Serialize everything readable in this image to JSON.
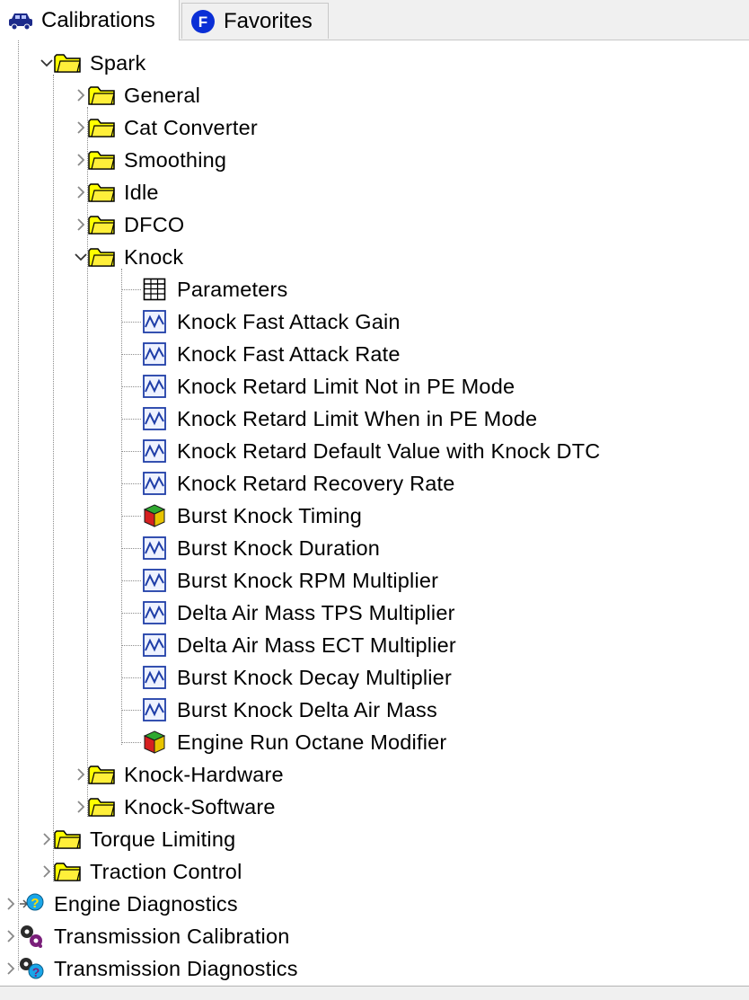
{
  "tabs": {
    "calibrations": "Calibrations",
    "favorites": "Favorites",
    "favorites_badge": "F"
  },
  "tree": {
    "spark": "Spark",
    "spark_children": [
      "General",
      "Cat Converter",
      "Smoothing",
      "Idle",
      "DFCO"
    ],
    "knock": "Knock",
    "knock_items": [
      {
        "label": "Parameters",
        "icon": "table-icon"
      },
      {
        "label": "Knock Fast Attack Gain",
        "icon": "graph-icon"
      },
      {
        "label": "Knock Fast Attack Rate",
        "icon": "graph-icon"
      },
      {
        "label": "Knock Retard Limit Not in PE Mode",
        "icon": "graph-icon"
      },
      {
        "label": "Knock Retard Limit When in PE Mode",
        "icon": "graph-icon"
      },
      {
        "label": "Knock Retard Default Value with Knock DTC",
        "icon": "graph-icon"
      },
      {
        "label": "Knock Retard Recovery Rate",
        "icon": "graph-icon"
      },
      {
        "label": "Burst Knock Timing",
        "icon": "cube-icon"
      },
      {
        "label": "Burst Knock Duration",
        "icon": "graph-icon"
      },
      {
        "label": "Burst Knock RPM Multiplier",
        "icon": "graph-icon"
      },
      {
        "label": "Delta Air Mass TPS Multiplier",
        "icon": "graph-icon"
      },
      {
        "label": "Delta Air Mass ECT Multiplier",
        "icon": "graph-icon"
      },
      {
        "label": "Burst Knock Decay Multiplier",
        "icon": "graph-icon"
      },
      {
        "label": "Burst Knock Delta Air Mass",
        "icon": "graph-icon"
      },
      {
        "label": "Engine Run Octane Modifier",
        "icon": "cube-icon"
      }
    ],
    "knock_hardware": "Knock-Hardware",
    "knock_software": "Knock-Software",
    "torque_limiting": "Torque Limiting",
    "traction_control": "Traction Control",
    "engine_diagnostics": "Engine Diagnostics",
    "transmission_calibration": "Transmission Calibration",
    "transmission_diagnostics": "Transmission Diagnostics"
  },
  "colors": {
    "folder_fill": "#ffff00",
    "folder_stroke": "#000000",
    "graph_blue": "#1f3ea8",
    "tab_badge": "#0a2fd6"
  }
}
